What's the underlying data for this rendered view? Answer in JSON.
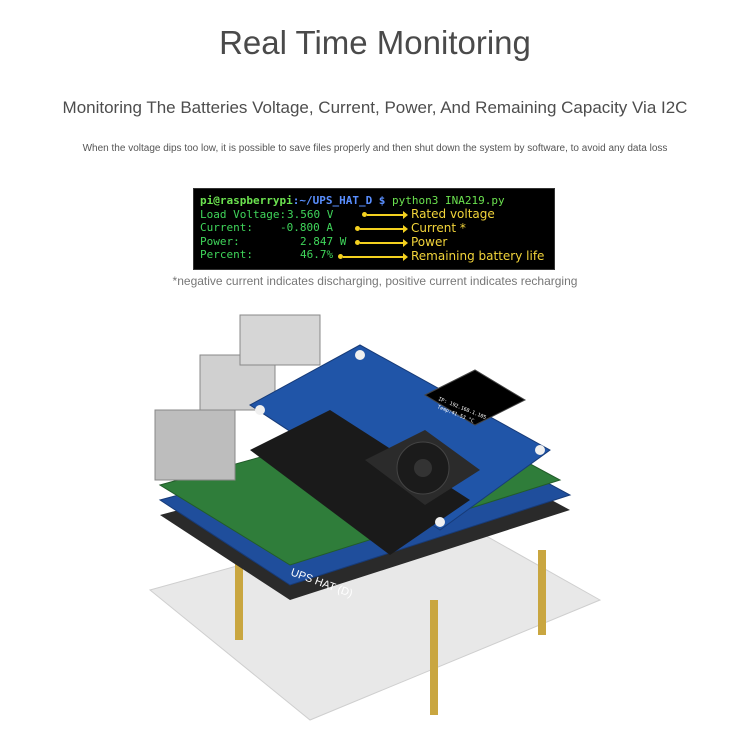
{
  "header": {
    "title": "Real Time Monitoring",
    "subtitle": "Monitoring The Batteries Voltage, Current, Power, And Remaining Capacity Via I2C",
    "description": "When the voltage dips too low, it is possible to save files properly and then shut down the system by software, to avoid any data loss"
  },
  "terminal": {
    "prompt_user": "pi@raspberrypi",
    "prompt_path": ":~/UPS_HAT_D $",
    "command": " python3 INA219.py",
    "rows": [
      {
        "label": "Load Voltage:",
        "value": "3.560 V",
        "annotation": "Rated voltage"
      },
      {
        "label": "Current:",
        "value": "-0.800 A",
        "annotation": "Current *"
      },
      {
        "label": "Power:",
        "value": "2.847 W",
        "annotation": "Power"
      },
      {
        "label": "Percent:",
        "value": "46.7%",
        "annotation": "Remaining battery life"
      }
    ]
  },
  "note": "*negative current indicates discharging, positive current indicates recharging",
  "board": {
    "oled_line1": "IP: 192.168.1.105",
    "oled_line2": "Temp:41.53 °C",
    "label": "UPS HAT (D)",
    "colors": {
      "pcb_blue": "#1f4e9c",
      "pcb_green": "#2f7d3a",
      "brass": "#c9a640"
    }
  }
}
